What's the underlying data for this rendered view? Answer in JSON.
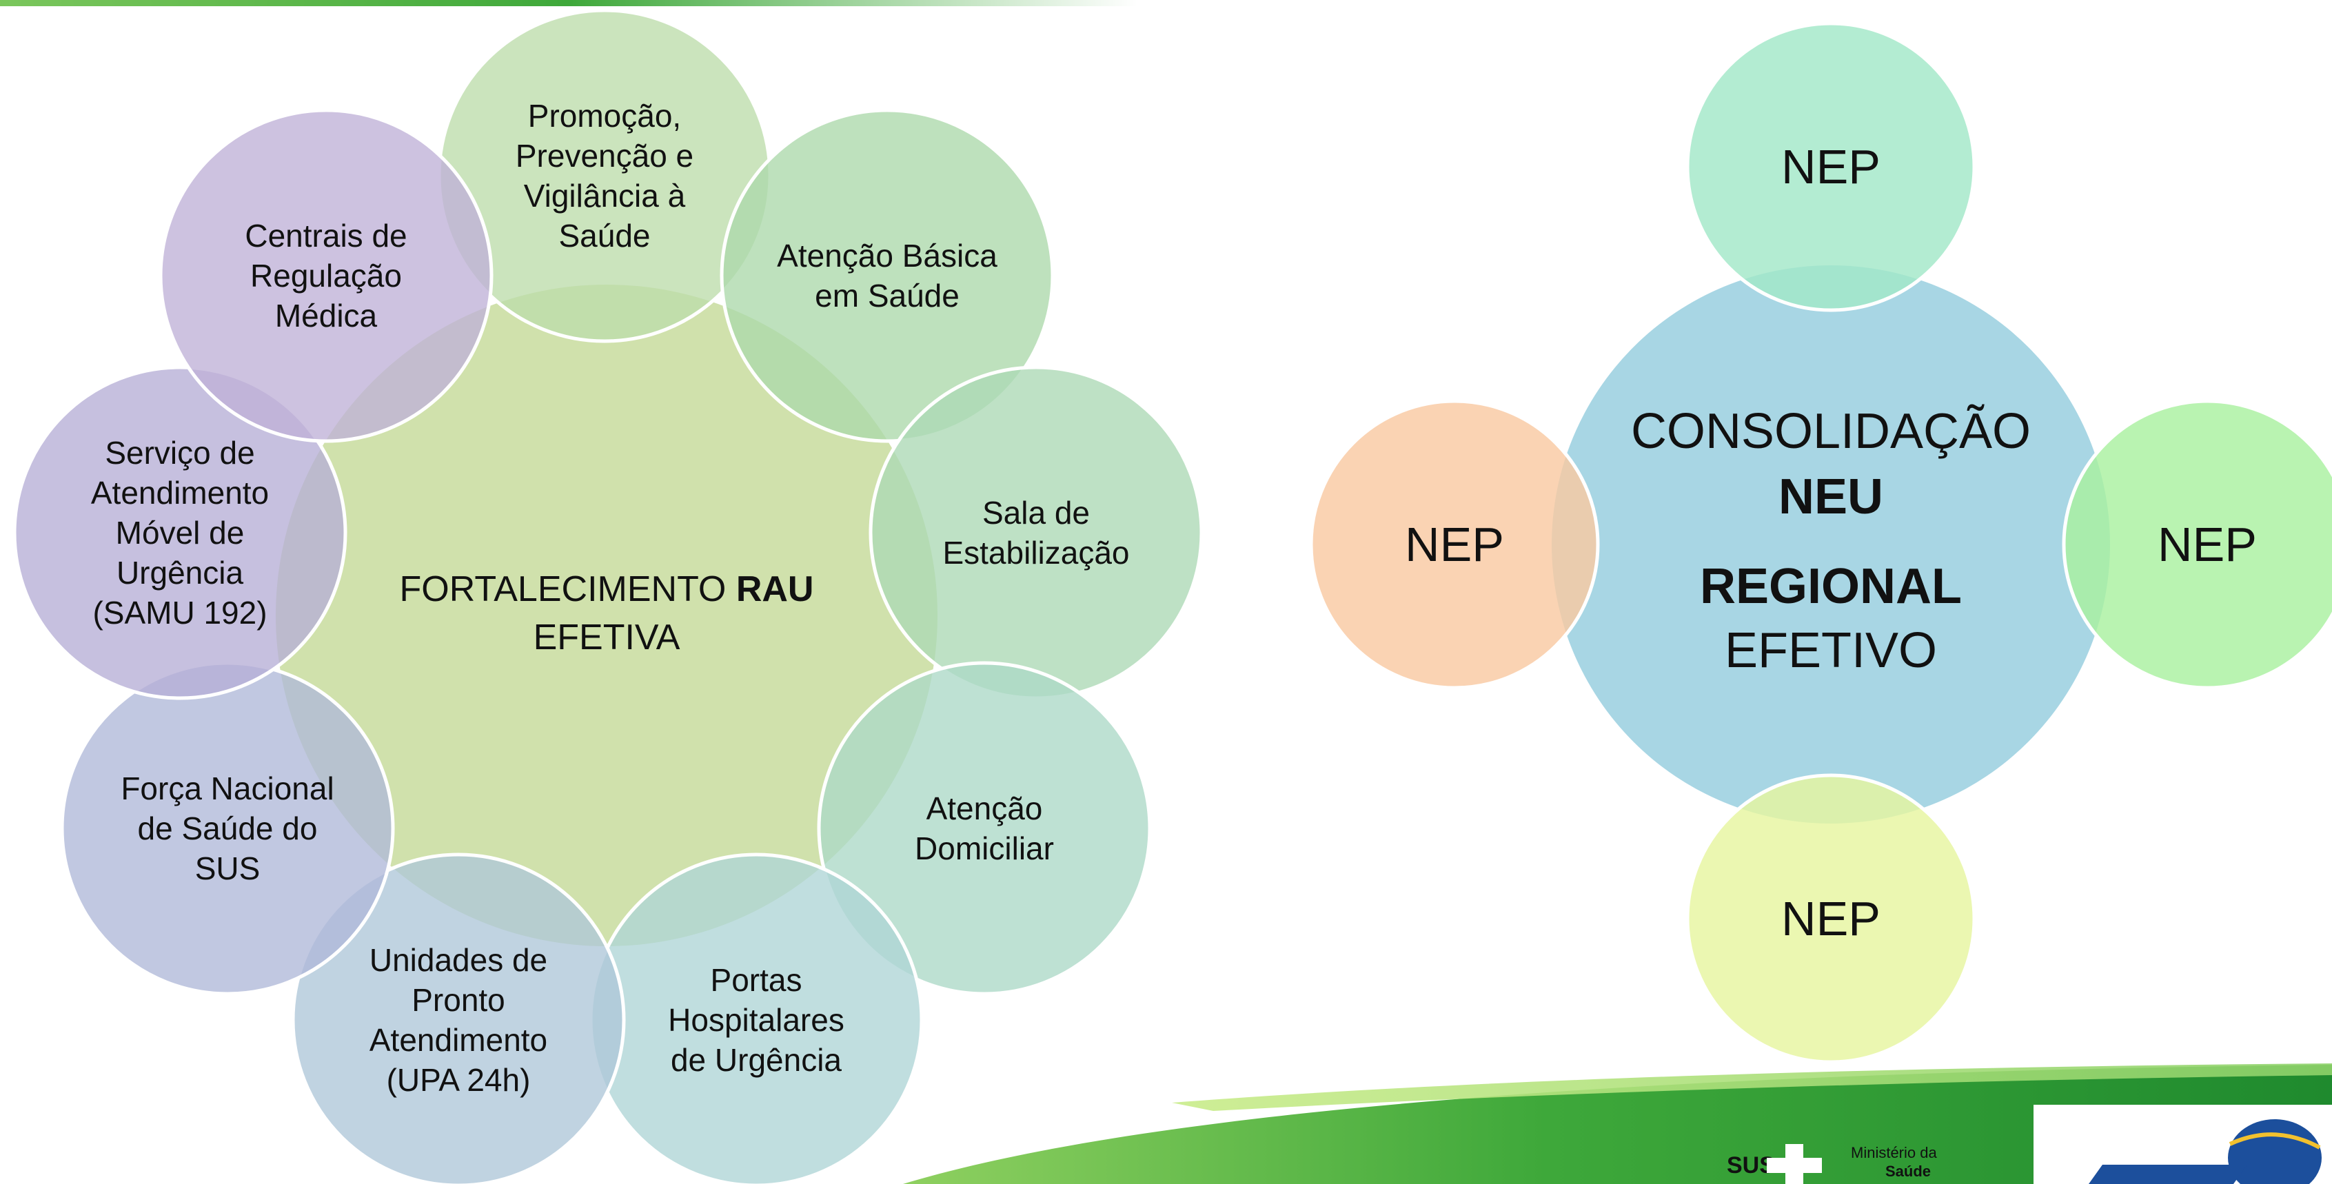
{
  "left_diagram": {
    "center": {
      "label_prefix": "FORTALECIMENTO ",
      "label_bold": "RAU",
      "label_line2": "EFETIVA",
      "fill": "#cddfa8"
    },
    "petals": [
      {
        "lines": [
          "Promoção,",
          "Prevenção e",
          "Vigilância à",
          "Saúde"
        ],
        "fill": "#bcdcaa"
      },
      {
        "lines": [
          "Atenção Básica",
          "em Saúde"
        ],
        "fill": "#acd9ab"
      },
      {
        "lines": [
          "Sala de",
          "Estabilização"
        ],
        "fill": "#acd9b5"
      },
      {
        "lines": [
          "Atenção",
          "Domiciliar"
        ],
        "fill": "#acd8c6"
      },
      {
        "lines": [
          "Portas",
          "Hospitalares",
          "de Urgência"
        ],
        "fill": "#aed5d6"
      },
      {
        "lines": [
          "Unidades de",
          "Pronto",
          "Atendimento",
          "(UPA 24h)"
        ],
        "fill": "#aec6d8"
      },
      {
        "lines": [
          "Força Nacional",
          "de Saúde do",
          "SUS"
        ],
        "fill": "#b0b9d9"
      },
      {
        "lines": [
          "Serviço de",
          "Atendimento",
          "Móvel de",
          "Urgência",
          "(SAMU 192)"
        ],
        "fill": "#b6aed6"
      },
      {
        "lines": [
          "Centrais de",
          "Regulação",
          "Médica"
        ],
        "fill": "#bfb1d7"
      }
    ]
  },
  "right_diagram": {
    "center": {
      "line1": "CONSOLIDAÇÃO",
      "line2": "NEU",
      "line3": "REGIONAL",
      "line4": "EFETIVO",
      "fill": "#a8d6e4"
    },
    "satellites": [
      {
        "label": "NEP",
        "fill": "#a2e8c8"
      },
      {
        "label": "NEP",
        "fill": "#aaf0a0"
      },
      {
        "label": "NEP",
        "fill": "#e6f5a0"
      },
      {
        "label": "NEP",
        "fill": "#f9c9a2"
      }
    ]
  },
  "footer": {
    "sus_label": "SUS",
    "ministry_line1": "Ministério da",
    "ministry_line2": "Saúde",
    "green_band_color": "#3ea83a"
  },
  "colors": {
    "top_band": "#3ea83a",
    "circle_stroke": "#ffffff",
    "text": "#111111"
  }
}
